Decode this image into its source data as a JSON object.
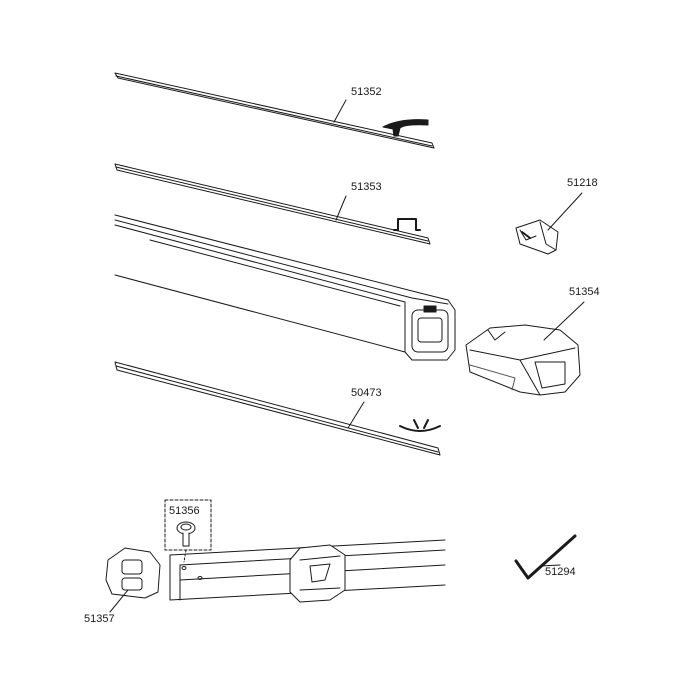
{
  "diagram": {
    "parts": [
      {
        "id": "rail-top",
        "number": "51352"
      },
      {
        "id": "rail-second",
        "number": "51353"
      },
      {
        "id": "clip",
        "number": "51218"
      },
      {
        "id": "end-cap",
        "number": "51354"
      },
      {
        "id": "rail-rubber",
        "number": "50473"
      },
      {
        "id": "screw",
        "number": "51356"
      },
      {
        "id": "end-cap-small",
        "number": "51357"
      },
      {
        "id": "hex-key",
        "number": "51294"
      }
    ],
    "line_color": "#1a1a1a"
  }
}
